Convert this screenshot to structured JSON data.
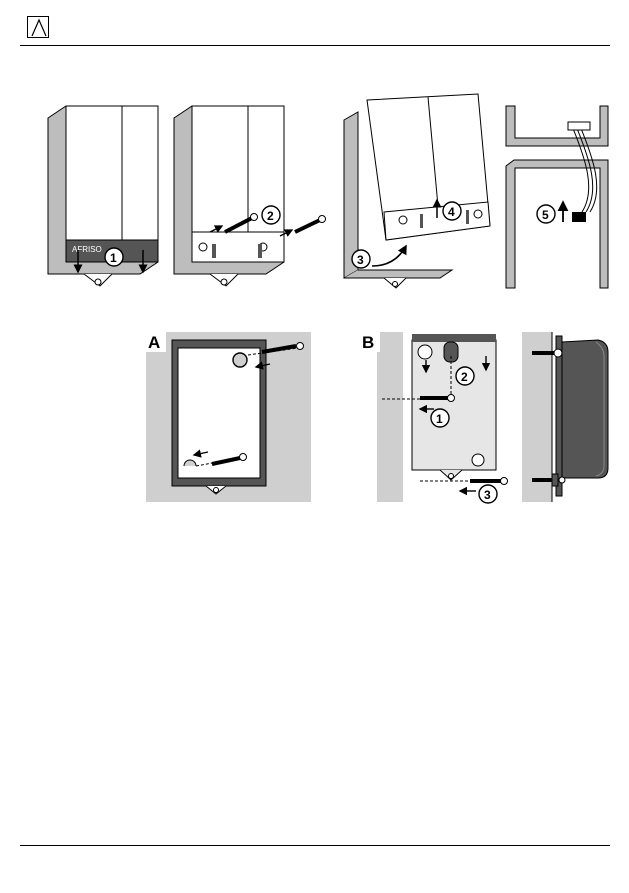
{
  "header": {
    "logo_icon": "triangle-a-logo-icon"
  },
  "figures": {
    "brand_label": "AFRISO",
    "steps": {
      "s1": "1",
      "s2": "2",
      "s3": "3",
      "s4": "4",
      "s5": "5"
    },
    "panel_a": {
      "letter": "A",
      "step_marks": []
    },
    "panel_b": {
      "letter": "B",
      "step1": "1",
      "step2": "2",
      "step3": "3"
    }
  },
  "colors": {
    "frame_dark": "#555555",
    "wall_gray": "#cfcfcf",
    "light_gray": "#e6e6e6",
    "line": "#000000"
  }
}
